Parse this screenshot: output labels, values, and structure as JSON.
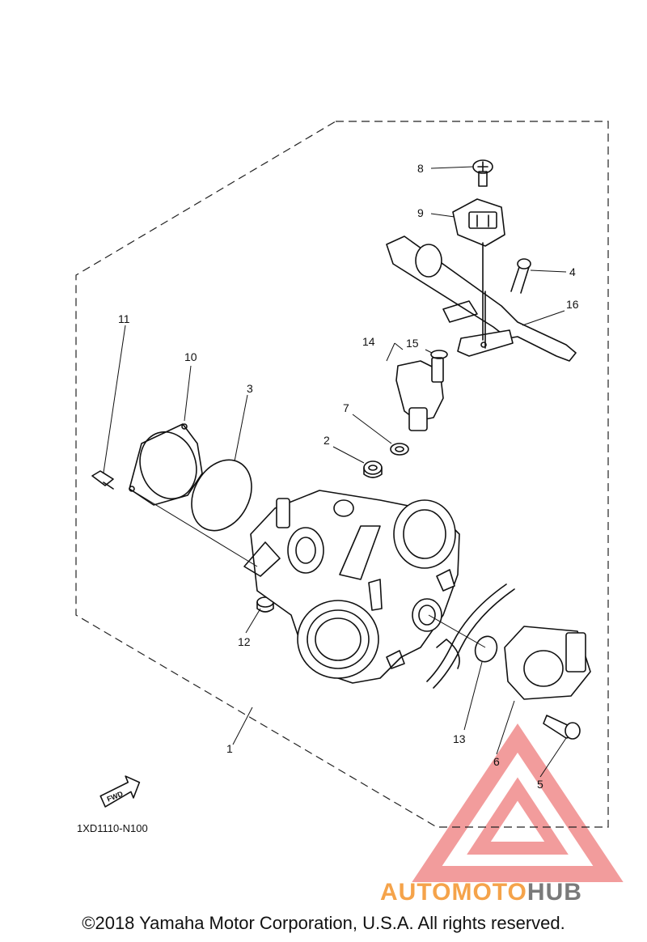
{
  "diagram": {
    "callouts": [
      "1",
      "2",
      "3",
      "4",
      "5",
      "6",
      "7",
      "8",
      "9",
      "10",
      "11",
      "12",
      "13",
      "14",
      "15",
      "16"
    ],
    "fwd_label": "FWD",
    "reference_code": "1XD1110-N100"
  },
  "watermark": {
    "text_part1": "AUTOMOTO",
    "text_part2": "HUB",
    "color_orange": "#f5a34a",
    "color_red": "#e84d4d",
    "color_gray": "#7a7a7a"
  },
  "copyright": "©2018 Yamaha Motor Corporation, U.S.A. All rights reserved."
}
